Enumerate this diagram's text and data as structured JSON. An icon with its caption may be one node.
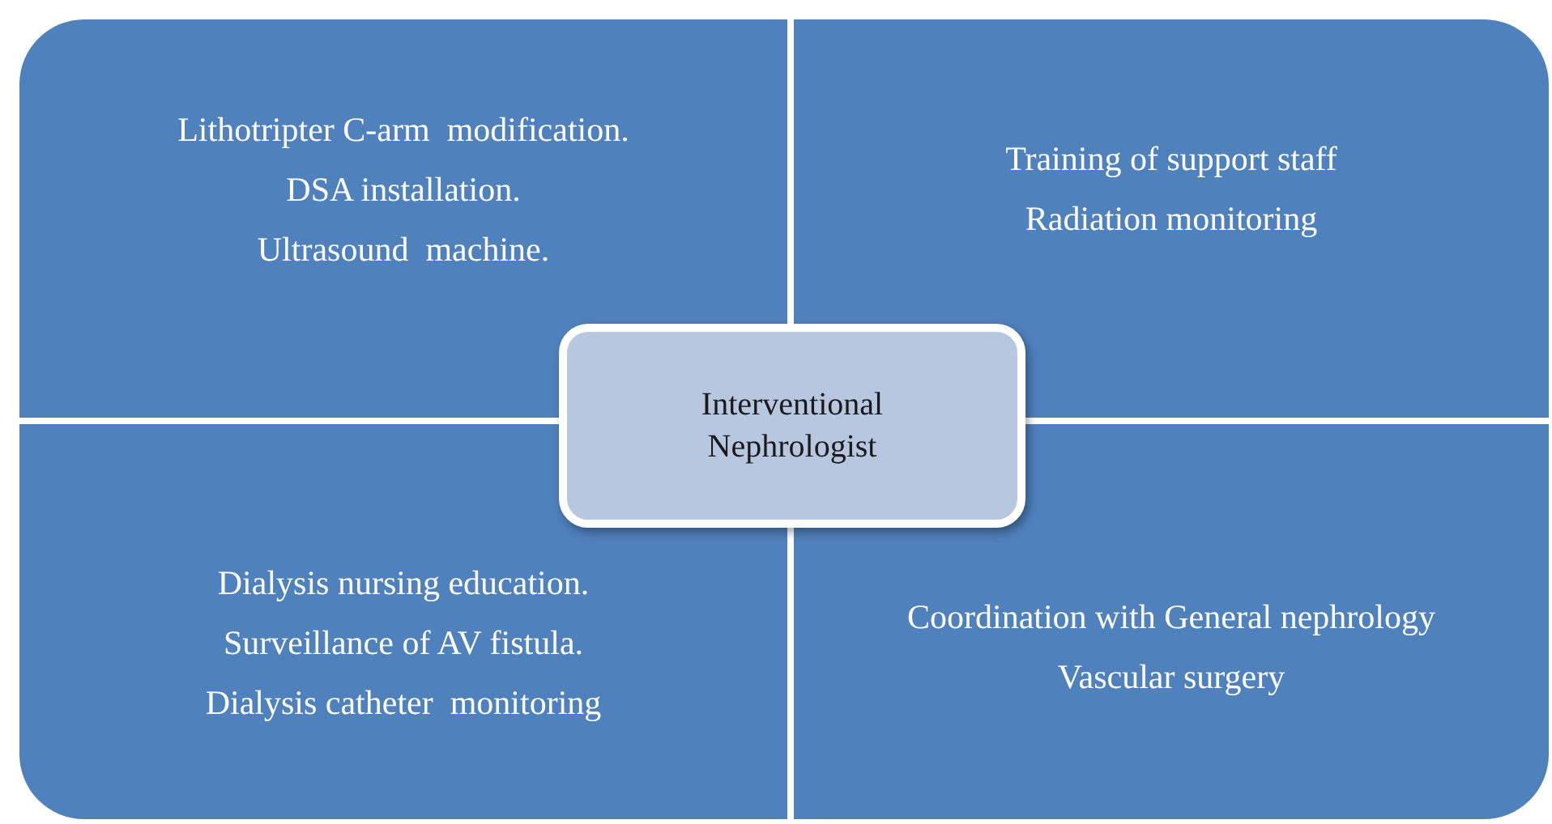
{
  "diagram": {
    "nodes": [
      {
        "text": [
          "Lithotripter C-arm  modification.",
          "DSA installation.",
          "Ultrasound  machine."
        ]
      },
      {
        "text": [
          "Training of support staff",
          "Radiation monitoring"
        ]
      },
      {
        "text": [
          "Dialysis nursing education.",
          "Surveillance of AV fistula.",
          "Dialysis catheter  monitoring"
        ]
      },
      {
        "text": [
          "Coordination with General nephrology",
          "Vascular surgery"
        ]
      },
      {
        "text": [
          "Interventional Nephrologist"
        ]
      }
    ]
  }
}
